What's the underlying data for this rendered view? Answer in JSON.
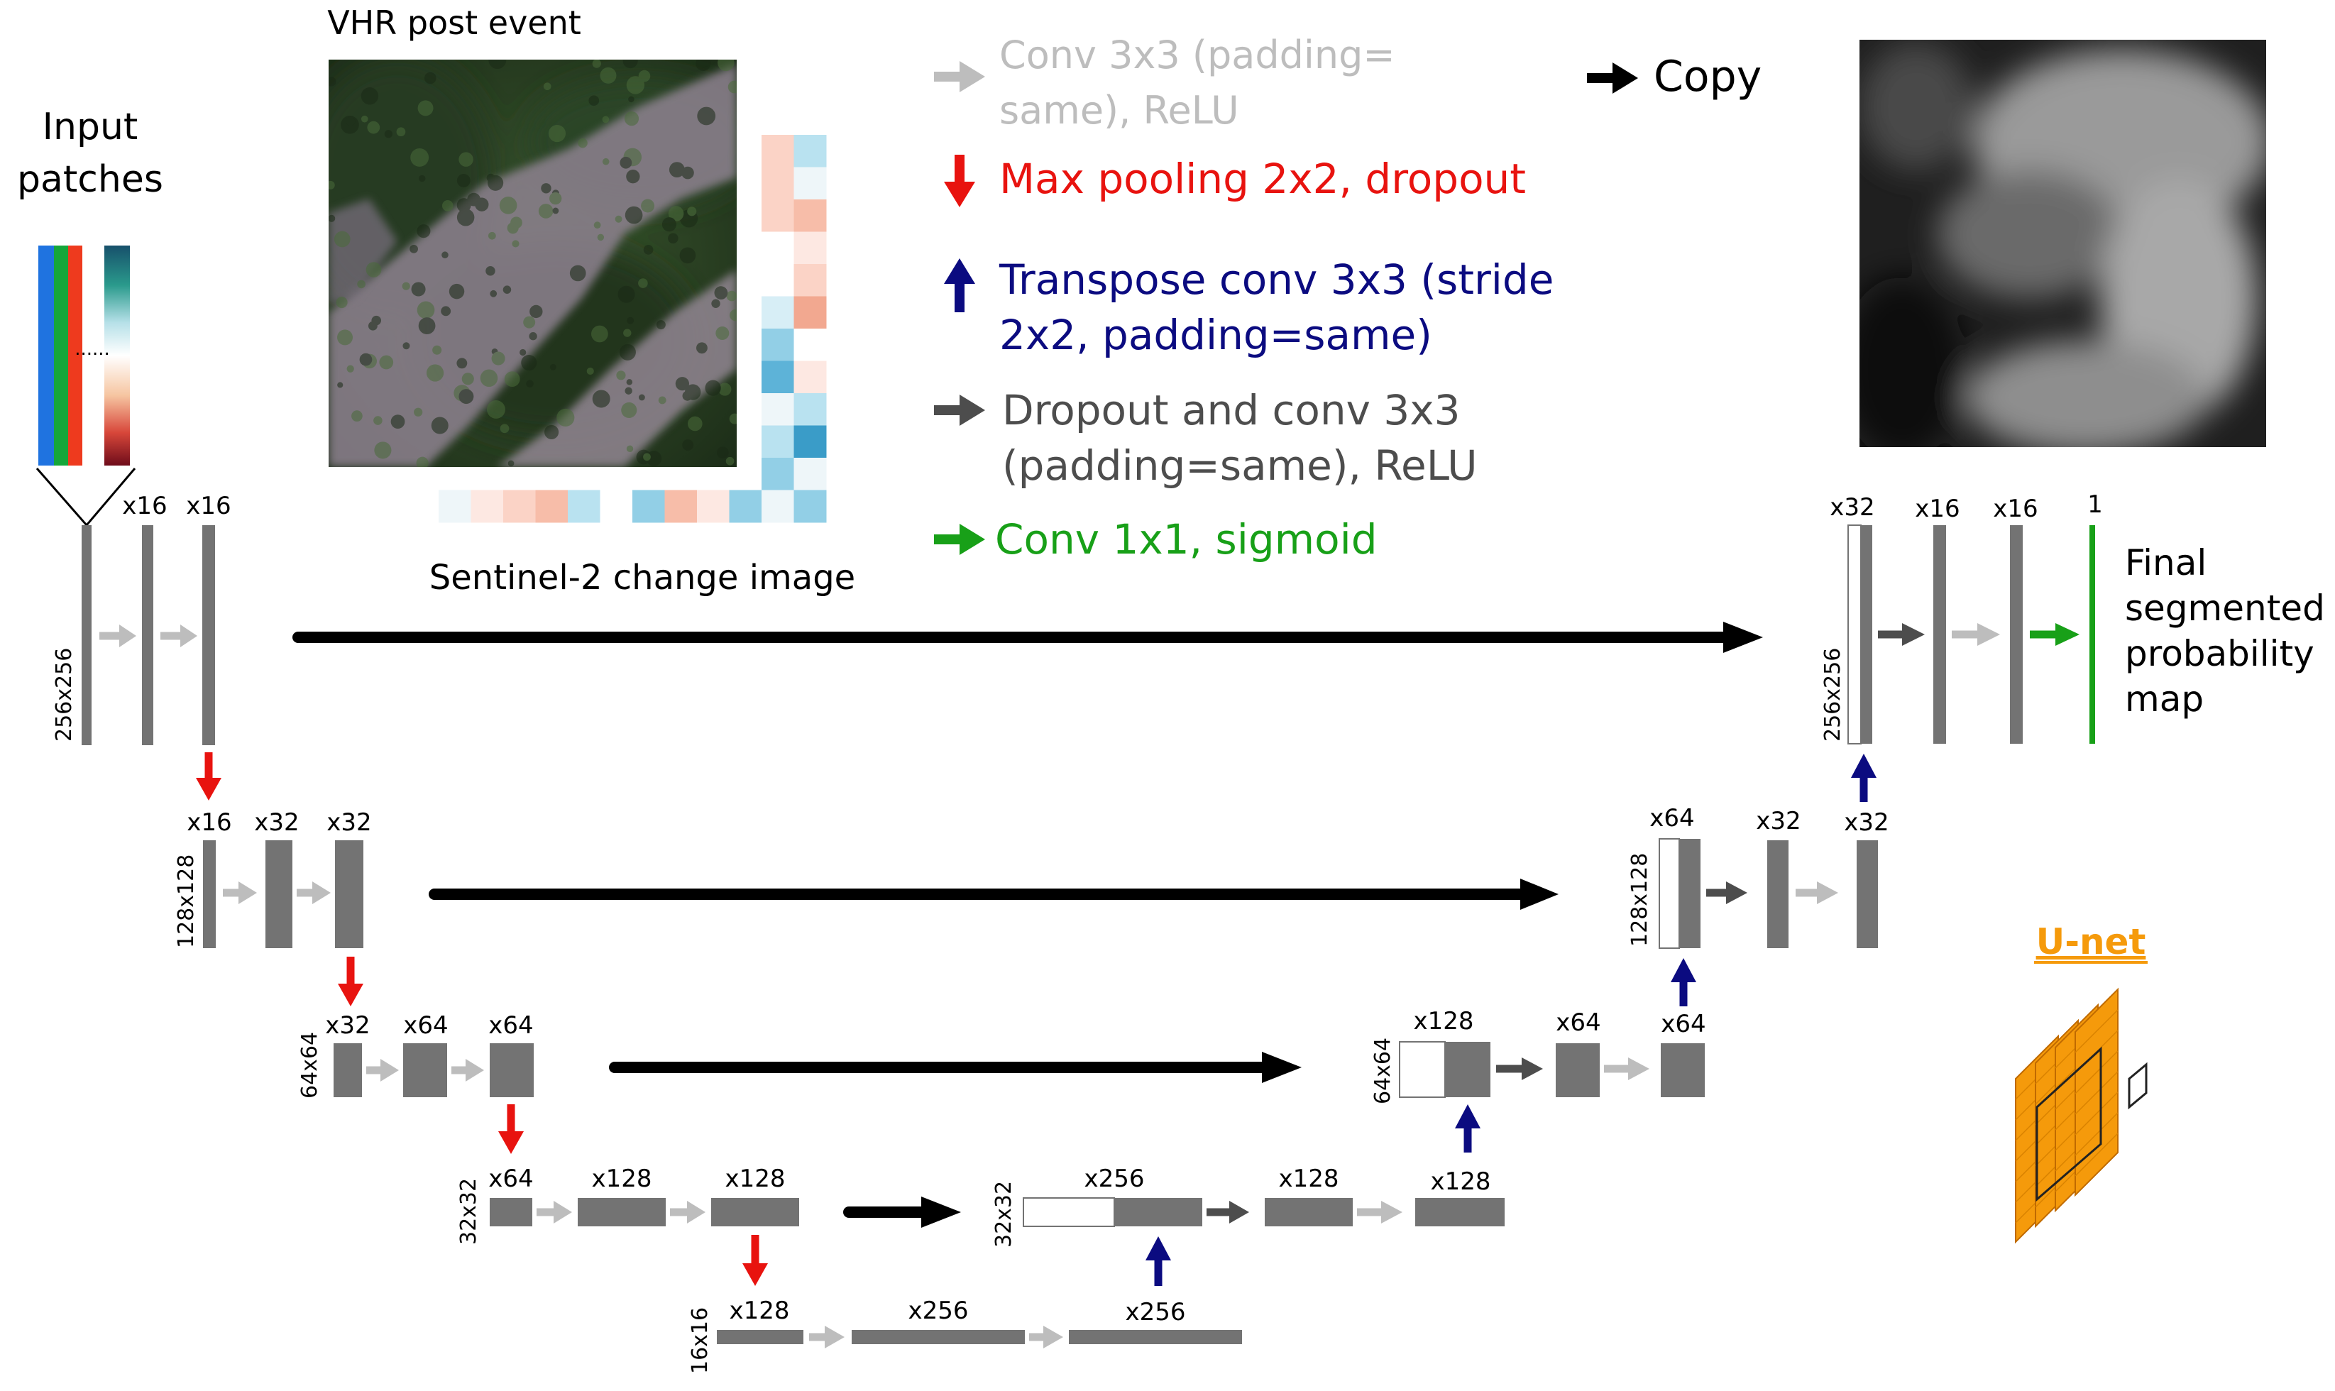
{
  "title_vhr": "VHR post event",
  "title_input": [
    "Input",
    "patches"
  ],
  "title_sentinel": "Sentinel-2 change image",
  "legend": {
    "conv_relu": [
      "Conv 3x3 (padding=",
      "same), ReLU"
    ],
    "copy": "Copy",
    "maxpool": "Max pooling 2x2, dropout",
    "transpose": [
      "Transpose conv 3x3 (stride",
      "2x2, padding=same)"
    ],
    "dropout_conv": [
      "Dropout and conv 3x3",
      "(padding=same), ReLU"
    ],
    "sigmoid": "Conv 1x1, sigmoid"
  },
  "output_label": [
    "Final",
    "segmented",
    "probability",
    "map"
  ],
  "unet_label": "U-net",
  "colors": {
    "block": "#737373",
    "light_arrow": "#bdbdbd",
    "dark_arrow": "#4d4d4d",
    "copy_arrow": "#000000",
    "maxpool": "#e8130f",
    "transpose": "#0b0b80",
    "sigmoid": "#18a018",
    "unet": "#f59a0b"
  },
  "encoder": {
    "level1": {
      "size": "256x256",
      "filters": [
        "x16",
        "x16"
      ]
    },
    "level2": {
      "size": "128x128",
      "filters": [
        "x16",
        "x32",
        "x32"
      ]
    },
    "level3": {
      "size": "64x64",
      "filters": [
        "x32",
        "x64",
        "x64"
      ]
    },
    "level4": {
      "size": "32x32",
      "filters": [
        "x64",
        "x128",
        "x128"
      ]
    },
    "bottleneck": {
      "size": "16x16",
      "filters": [
        "x128",
        "x256",
        "x256"
      ]
    }
  },
  "decoder": {
    "level4": {
      "size": "32x32",
      "filters": [
        "x256",
        "x128",
        "x128"
      ]
    },
    "level3": {
      "size": "64x64",
      "filters": [
        "x128",
        "x64",
        "x64"
      ]
    },
    "level2": {
      "size": "128x128",
      "filters": [
        "x64",
        "x32",
        "x32"
      ]
    },
    "level1": {
      "size": "256x256",
      "filters": [
        "x32",
        "x16",
        "x16",
        "1"
      ]
    }
  }
}
